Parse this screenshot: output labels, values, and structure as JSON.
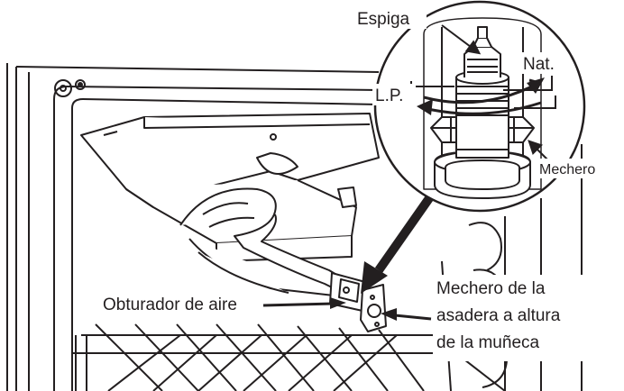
{
  "labels": {
    "spigot": "Espiga",
    "natural": "Nat.",
    "lp": "L.P.",
    "burner": "Mechero",
    "air_shutter": "Obturador de aire",
    "wrist_burner_line1": "Mechero de la",
    "wrist_burner_line2": "asadera a altura",
    "wrist_burner_line3": "de la muñeca"
  }
}
